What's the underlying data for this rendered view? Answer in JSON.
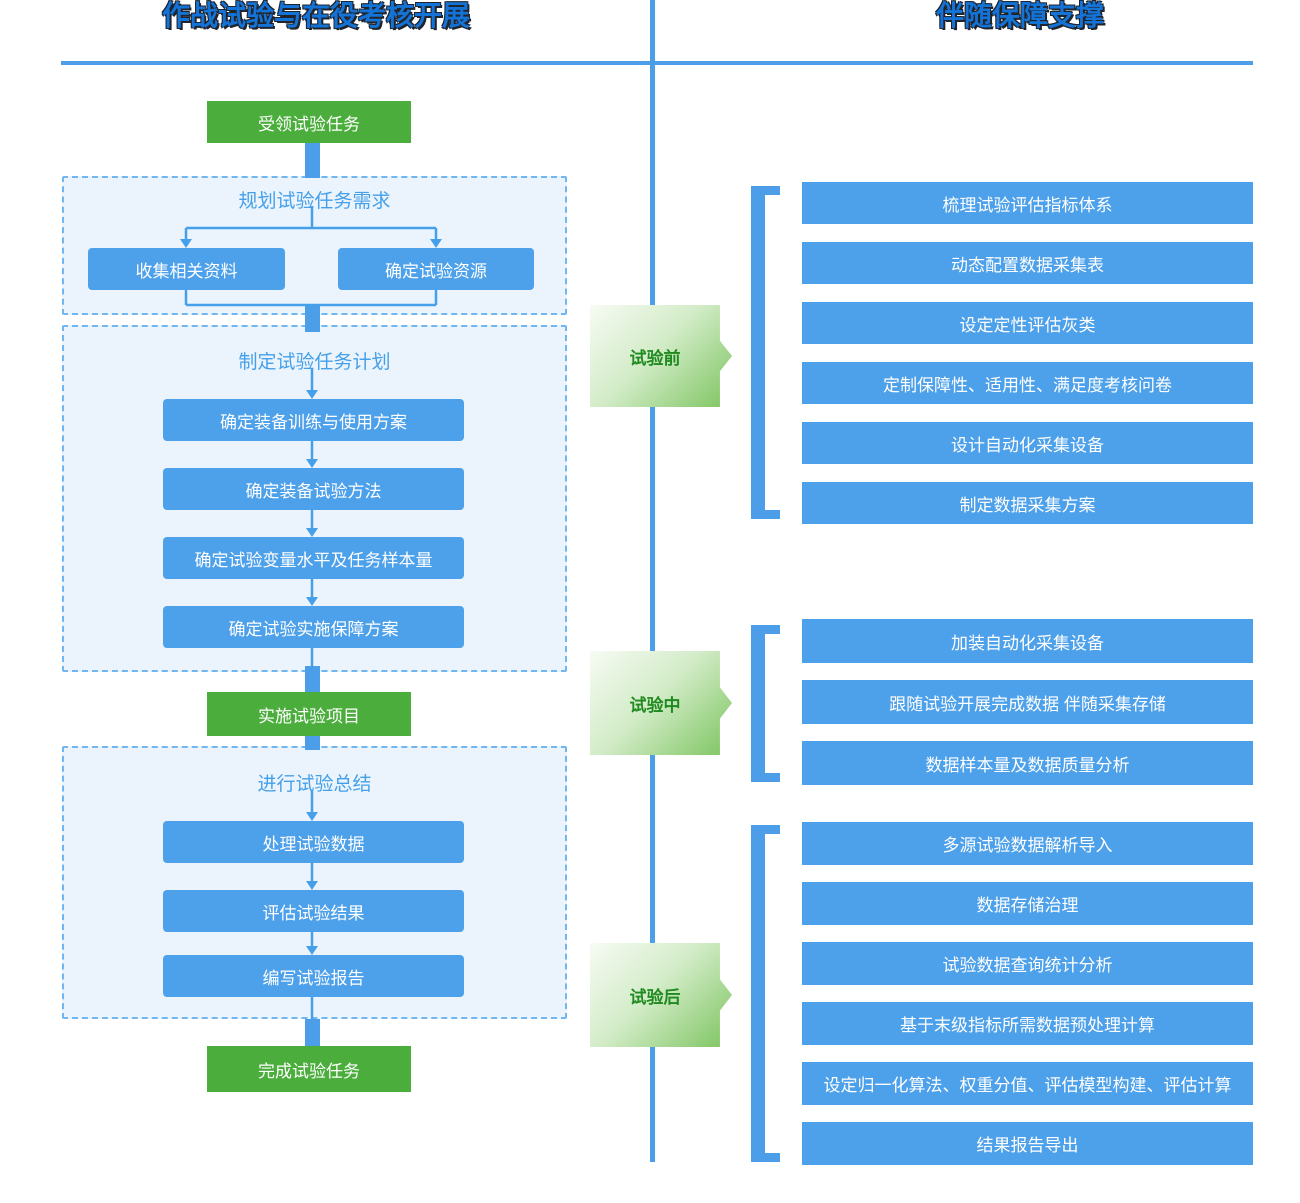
{
  "header": {
    "left_title": "作战试验与在役考核开展",
    "right_title": "伴随保障支撑"
  },
  "left": {
    "start": "受领试验任务",
    "stage1": {
      "title": "规划试验任务需求",
      "boxes": [
        "收集相关资料",
        "确定试验资源"
      ]
    },
    "stage2": {
      "title": "制定试验任务计划",
      "boxes": [
        "确定装备训练与使用方案",
        "确定装备试验方法",
        "确定试验变量水平及任务样本量",
        "确定试验实施保障方案"
      ]
    },
    "milestone": "实施试验项目",
    "stage3": {
      "title": "进行试验总结",
      "boxes": [
        "处理试验数据",
        "评估试验结果",
        "编写试验报告"
      ]
    },
    "end": "完成试验任务"
  },
  "right": {
    "groups": [
      {
        "label": "试验前",
        "items": [
          "梳理试验评估指标体系",
          "动态配置数据采集表",
          "设定定性评估灰类",
          "定制保障性、适用性、满足度考核问卷",
          "设计自动化采集设备",
          "制定数据采集方案"
        ]
      },
      {
        "label": "试验中",
        "items": [
          "加装自动化采集设备",
          "跟随试验开展完成数据 伴随采集存储",
          "数据样本量及数据质量分析"
        ]
      },
      {
        "label": "试验后",
        "items": [
          "多源试验数据解析导入",
          "数据存储治理",
          "试验数据查询统计分析",
          "基于末级指标所需数据预处理计算",
          "设定归一化算法、权重分值、评估模型构建、评估计算",
          "结果报告导出"
        ]
      }
    ]
  },
  "colors": {
    "box_blue": "#4DA0EA",
    "node_green": "#4BAE3C",
    "line_blue": "#4D9EE8",
    "title_blue": "#1373D6",
    "stage_bg": "#EBF4FD",
    "stage_border": "#70B7F2",
    "phase_text_green": "#1F8A1F"
  }
}
